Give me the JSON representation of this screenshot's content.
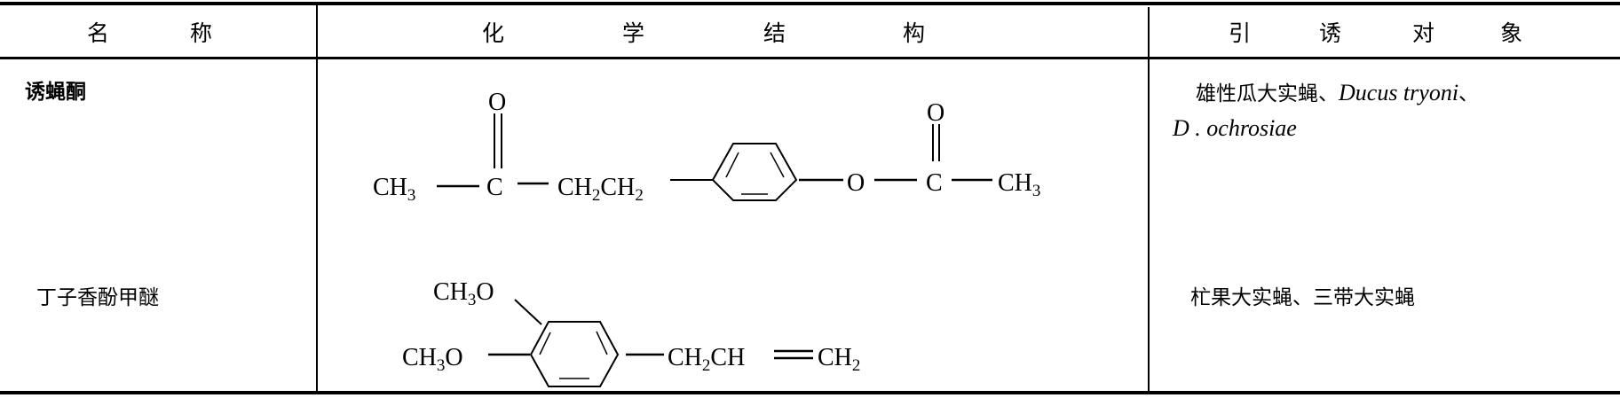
{
  "table": {
    "headers": {
      "name": [
        "名",
        "称"
      ],
      "structure": [
        "化",
        "学",
        "结",
        "构"
      ],
      "target": [
        "引",
        "诱",
        "对",
        "象"
      ]
    },
    "rows": [
      {
        "name": "诱蝇酮",
        "structure": {
          "ch3_left": "CH",
          "ch3_left_sub": "3",
          "carbonyl_c": "C",
          "carbonyl_o": "O",
          "chain": "CH",
          "chain_sub1": "2",
          "chain_mid": "CH",
          "chain_sub2": "2",
          "ester_o": "O",
          "ester_c": "C",
          "ester_c_o": "O",
          "ch3_right": "CH",
          "ch3_right_sub": "3"
        },
        "target_cn": "雄性瓜大实蝇、",
        "target_latin1": "Ducus tryoni",
        "target_sep": "、",
        "target_latin2": "D . ochrosiae"
      },
      {
        "name": "丁子香酚甲醚",
        "structure": {
          "methoxy_top": "CH",
          "methoxy_top_sub": "3",
          "methoxy_top_o": "O",
          "methoxy_left": "CH",
          "methoxy_left_sub": "3",
          "methoxy_left_o": "O",
          "allyl": "CH",
          "allyl_sub1": "2",
          "allyl_mid": "CH",
          "allyl_end": "CH",
          "allyl_sub2": "2"
        },
        "target_cn": "杧果大实蝇、三带大实蝇"
      }
    ]
  }
}
